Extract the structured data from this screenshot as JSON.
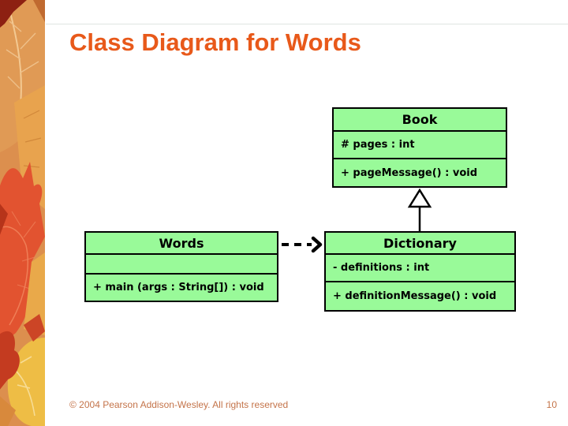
{
  "slide": {
    "title": "Class Diagram for Words",
    "footer": "© 2004 Pearson Addison-Wesley. All rights reserved",
    "page_number": "10"
  },
  "colors": {
    "title_text": "#e8591a",
    "footer_text": "#c4744a",
    "class_fill": "#99fa99",
    "class_border": "#000000",
    "background": "#ffffff"
  },
  "decor": {
    "left_strip": "autumn-leaves-photo"
  },
  "diagram": {
    "classes": [
      {
        "name": "Book",
        "attributes": [
          "# pages : int"
        ],
        "methods": [
          "+ pageMessage() : void"
        ]
      },
      {
        "name": "Words",
        "attributes": [
          ""
        ],
        "methods": [
          "+ main (args : String[]) : void"
        ]
      },
      {
        "name": "Dictionary",
        "attributes": [
          "- definitions : int"
        ],
        "methods": [
          "+ definitionMessage() : void"
        ]
      }
    ],
    "relationships": [
      {
        "type": "dependency",
        "from": "Words",
        "to": "Dictionary",
        "style": "dashed-arrow"
      },
      {
        "type": "inheritance",
        "from": "Dictionary",
        "to": "Book",
        "style": "hollow-triangle"
      }
    ]
  }
}
